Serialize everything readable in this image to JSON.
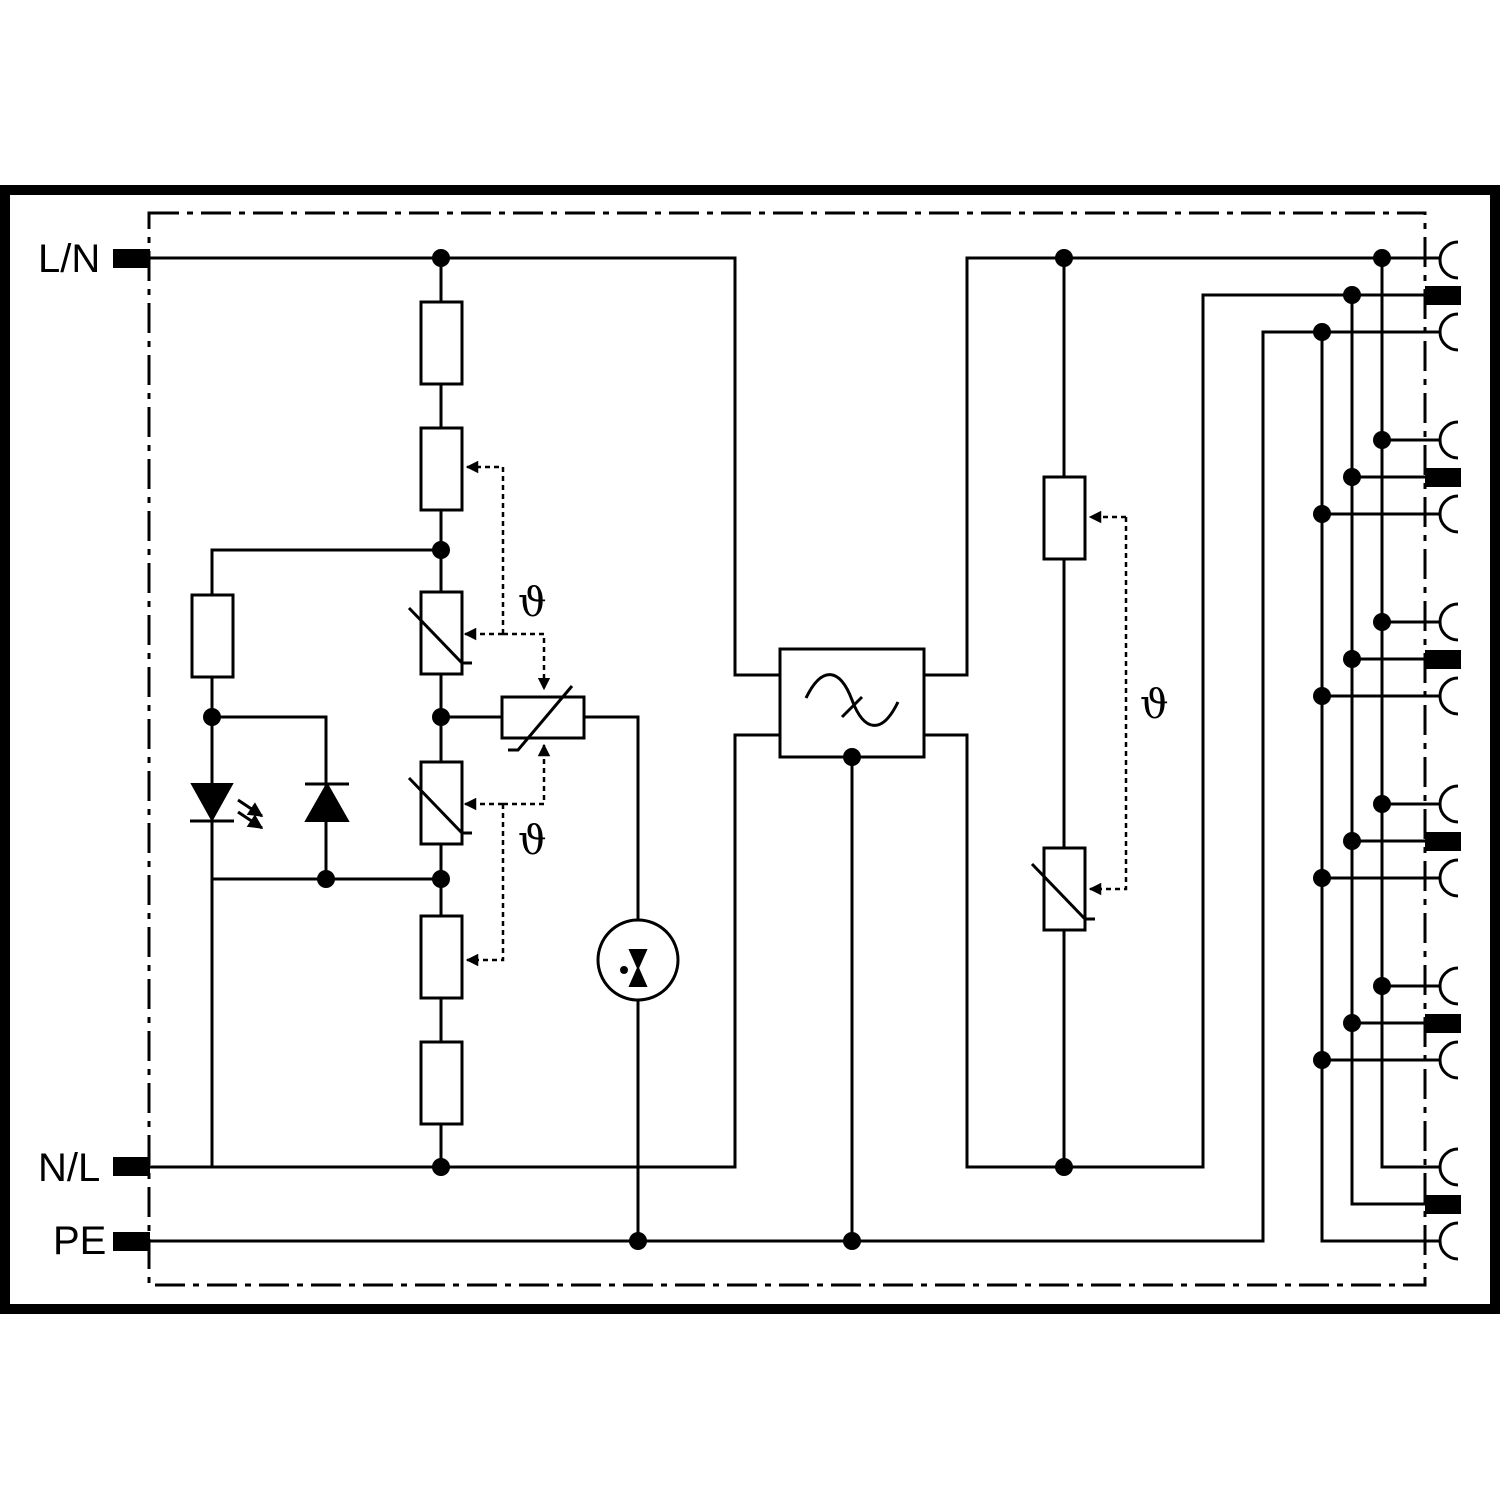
{
  "terminals": {
    "line_in": "L/N",
    "neutral_in": "N/L",
    "earth": "PE"
  },
  "temperature_symbol": "ϑ"
}
